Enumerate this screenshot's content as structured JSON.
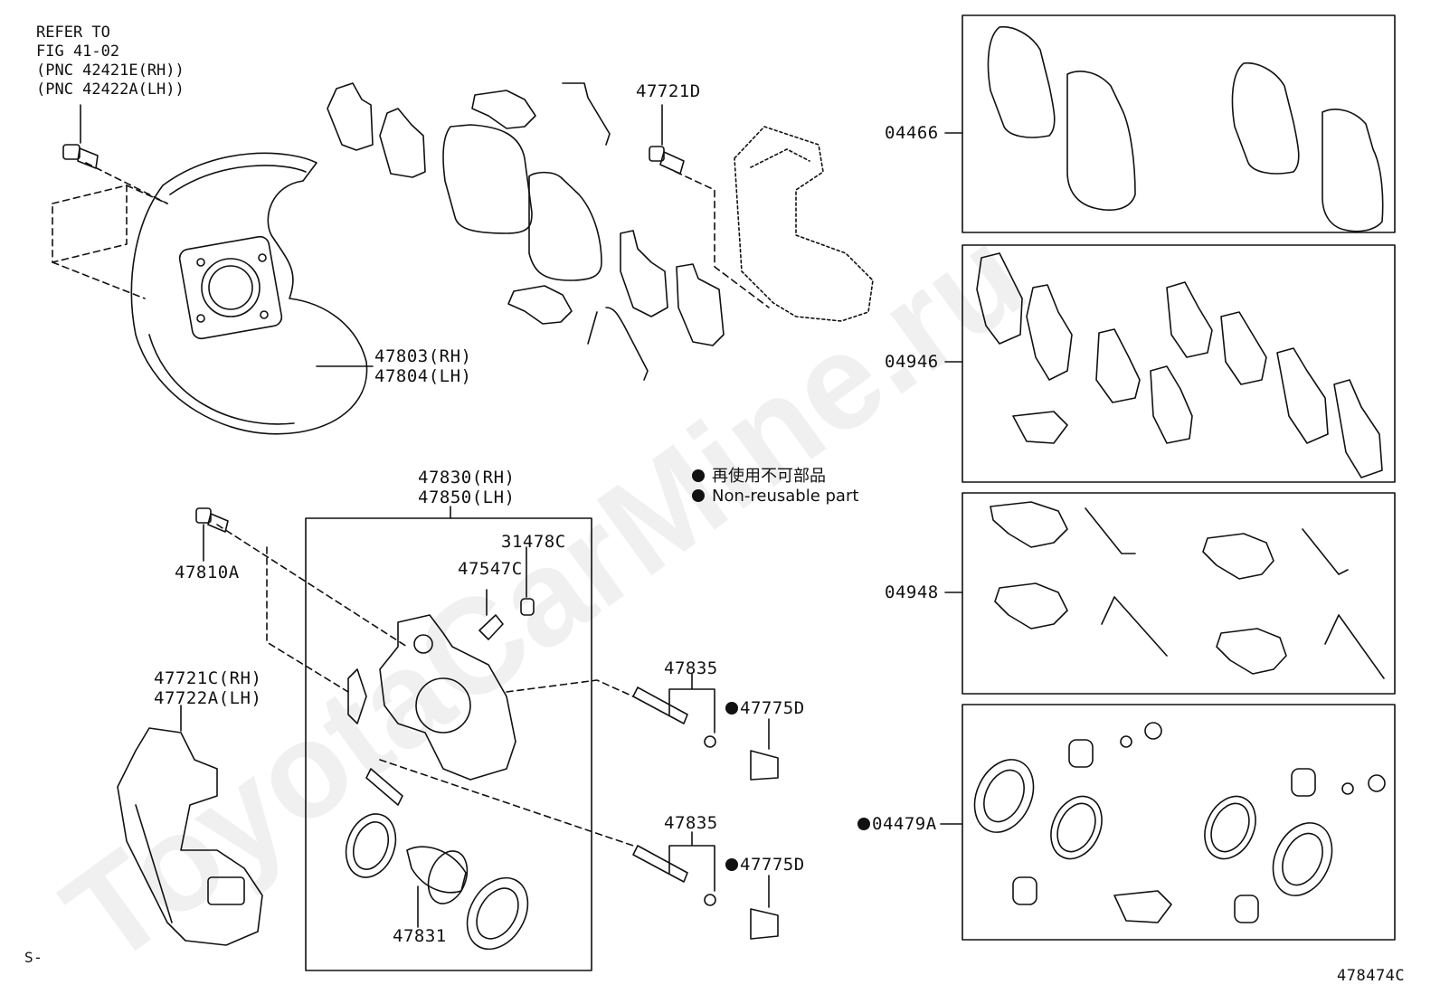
{
  "refer_note": [
    "REFER TO",
    "FIG 41-02",
    "(PNC 42421E(RH))",
    "(PNC 42422A(LH))"
  ],
  "legend": {
    "jp": "再使用不可部品",
    "en": "Non-reusable part"
  },
  "labels": {
    "p47721D": "47721D",
    "p47803": "47803(RH)",
    "p47804": "47804(LH)",
    "p47830": "47830(RH)",
    "p47850": "47850(LH)",
    "p31478C": "31478C",
    "p47547C": "47547C",
    "p47810A": "47810A",
    "p47721C": "47721C(RH)",
    "p47722A": "47722A(LH)",
    "p47835a": "47835",
    "p47835b": "47835",
    "p47775Da": "47775D",
    "p47775Db": "47775D",
    "p47831": "47831",
    "k04466": "04466",
    "k04946": "04946",
    "k04948": "04948",
    "k04479A": "04479A"
  },
  "corner_mark": "S-",
  "figure_code": "478474C",
  "watermark": "ToyotaCarMine.ru"
}
